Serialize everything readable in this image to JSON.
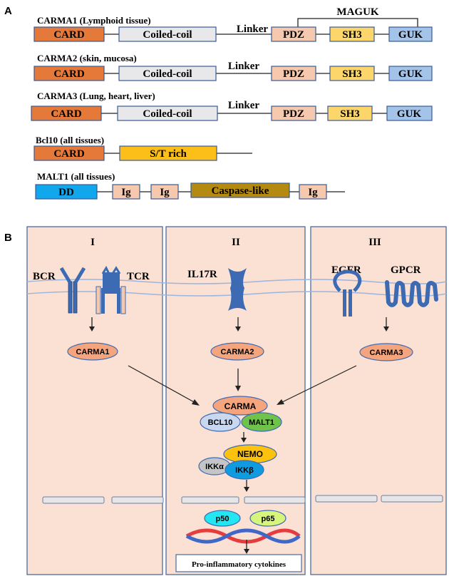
{
  "panelA": {
    "letter": "A",
    "maguk_label": "MAGUK",
    "proteins": [
      {
        "name": "CARMA1 (Lymphoid tissue)",
        "linker": "Linker",
        "domains": [
          "CARD",
          "Coiled-coil",
          "PDZ",
          "SH3",
          "GUK"
        ]
      },
      {
        "name": "CARMA2 (skin, mucosa)",
        "linker": "Linker",
        "domains": [
          "CARD",
          "Coiled-coil",
          "PDZ",
          "SH3",
          "GUK"
        ]
      },
      {
        "name": "CARMA3 (Lung, heart, liver)",
        "linker": "Linker",
        "domains": [
          "CARD",
          "Coiled-coil",
          "PDZ",
          "SH3",
          "GUK"
        ]
      },
      {
        "name": "Bcl10 (all tissues)",
        "domains": [
          "CARD",
          "S/T rich"
        ]
      },
      {
        "name": "MALT1 (all tissues)",
        "domains": [
          "DD",
          "Ig",
          "Ig",
          "Caspase-like",
          "Ig"
        ]
      }
    ]
  },
  "panelB": {
    "letter": "B",
    "columns": [
      "I",
      "II",
      "III"
    ],
    "receptors": [
      "BCR",
      "TCR",
      "IL17R",
      "EGFR",
      "GPCR"
    ],
    "carma_nodes": [
      "CARMA1",
      "CARMA2",
      "CARMA3"
    ],
    "complex": {
      "carma": "CARMA",
      "bcl10": "BCL10",
      "malt1": "MALT1"
    },
    "ikk": {
      "nemo": "NEMO",
      "ikka": "IKKα",
      "ikkb": "IKKβ"
    },
    "nfkb": {
      "p50": "p50",
      "p65": "p65"
    },
    "output": "Pro-inflammatory cytokines"
  },
  "colors": {
    "card": "#e5793a",
    "coiled": "#e8e8ea",
    "pdz": "#f6c9ae",
    "sh3": "#fcd66b",
    "guk": "#a3c3e8",
    "st_rich": "#fcbf1a",
    "dd": "#10a7ec",
    "caspase": "#b58a10",
    "panel_bg": "#fbe1d3",
    "receptor": "#3d6bb3",
    "membrane": "#9bb5dd"
  }
}
